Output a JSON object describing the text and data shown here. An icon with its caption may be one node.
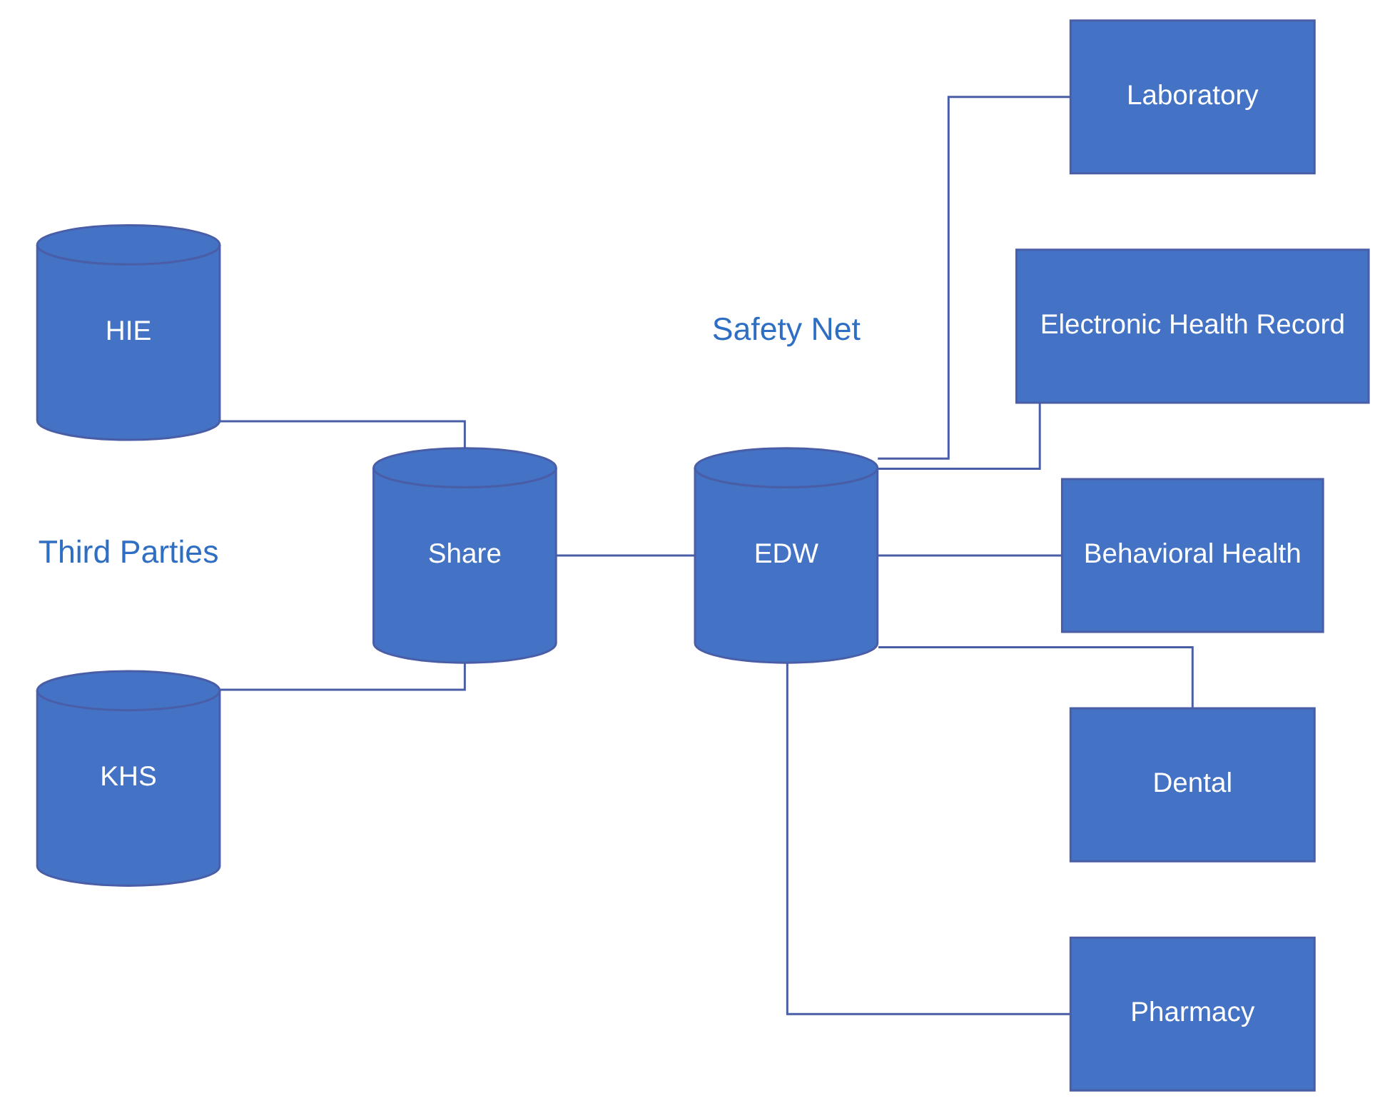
{
  "diagram": {
    "nodes": [
      {
        "text": [
          "KHS"
        ]
      },
      {
        "text": [
          "HIE"
        ]
      },
      {
        "text": [
          "Share"
        ]
      },
      {
        "text": [
          "EDW"
        ]
      },
      {
        "text": [
          "Laboratory"
        ]
      },
      {
        "text": [
          "Electronic Health Record"
        ]
      },
      {
        "text": [
          "Behavioral Health"
        ]
      },
      {
        "text": [
          "Dental"
        ]
      },
      {
        "text": [
          "Pharmacy"
        ]
      }
    ],
    "edges": [
      {
        "from": 0,
        "to": 2,
        "arrow": "none"
      },
      {
        "from": 1,
        "to": 2,
        "arrow": "none"
      },
      {
        "from": 2,
        "to": 3,
        "arrow": "none"
      },
      {
        "from": 3,
        "to": 4,
        "arrow": "none"
      },
      {
        "from": 3,
        "to": 5,
        "arrow": "none"
      },
      {
        "from": 3,
        "to": 6,
        "arrow": "none"
      },
      {
        "from": 3,
        "to": 7,
        "arrow": "none"
      },
      {
        "from": 3,
        "to": 8,
        "arrow": "none"
      }
    ],
    "labels": [
      "Third Parties",
      "Safety Net"
    ]
  }
}
